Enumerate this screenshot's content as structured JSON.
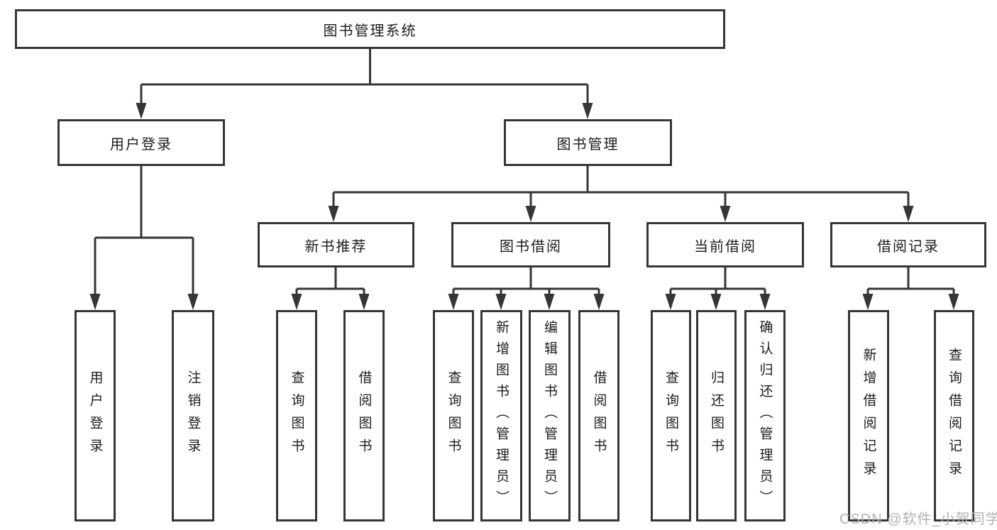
{
  "diagram_title": "图书管理系统",
  "colors": {
    "background": "#ffffff",
    "box_border": "#363636",
    "connector_line": "#363636",
    "text": "#1c1c1c",
    "watermark_text": "#b2b2b2"
  },
  "nodes": {
    "root": {
      "label": "图书管理系统"
    },
    "user_login": {
      "label": "用户登录"
    },
    "book_management": {
      "label": "图书管理"
    },
    "user_login_leaf": {
      "label": "用户登录"
    },
    "logout_leaf": {
      "label": "注销登录"
    },
    "new_book_recommend": {
      "label": "新书推荐"
    },
    "book_borrow": {
      "label": "图书借阅"
    },
    "current_borrow": {
      "label": "当前借阅"
    },
    "borrow_records": {
      "label": "借阅记录"
    },
    "nb_query_books": {
      "label": "查询图书"
    },
    "nb_borrow_books": {
      "label": "借阅图书"
    },
    "bb_query_books": {
      "label": "查询图书"
    },
    "bb_add_books": {
      "label": "新增图书（管理员）"
    },
    "bb_edit_books": {
      "label": "编辑图书（管理员）"
    },
    "bb_borrow_books": {
      "label": "借阅图书"
    },
    "cb_query_books": {
      "label": "查询图书"
    },
    "cb_return_books": {
      "label": "归还图书"
    },
    "cb_confirm_return": {
      "label": "确认归还（管理员）"
    },
    "br_add_record": {
      "label": "新增借阅记录"
    },
    "br_query_record": {
      "label": "查询借阅记录"
    }
  },
  "edges": [
    {
      "from": "root",
      "to": "user_login"
    },
    {
      "from": "root",
      "to": "book_management"
    },
    {
      "from": "user_login",
      "to": "user_login_leaf"
    },
    {
      "from": "user_login",
      "to": "logout_leaf"
    },
    {
      "from": "book_management",
      "to": "new_book_recommend"
    },
    {
      "from": "book_management",
      "to": "book_borrow"
    },
    {
      "from": "book_management",
      "to": "current_borrow"
    },
    {
      "from": "book_management",
      "to": "borrow_records"
    },
    {
      "from": "new_book_recommend",
      "to": "nb_query_books"
    },
    {
      "from": "new_book_recommend",
      "to": "nb_borrow_books"
    },
    {
      "from": "book_borrow",
      "to": "bb_query_books"
    },
    {
      "from": "book_borrow",
      "to": "bb_add_books"
    },
    {
      "from": "book_borrow",
      "to": "bb_edit_books"
    },
    {
      "from": "book_borrow",
      "to": "bb_borrow_books"
    },
    {
      "from": "current_borrow",
      "to": "cb_query_books"
    },
    {
      "from": "current_borrow",
      "to": "cb_return_books"
    },
    {
      "from": "current_borrow",
      "to": "cb_confirm_return"
    },
    {
      "from": "borrow_records",
      "to": "br_add_record"
    },
    {
      "from": "borrow_records",
      "to": "br_query_record"
    }
  ],
  "watermark": {
    "text": "CSDN @软件_小贺同学"
  }
}
